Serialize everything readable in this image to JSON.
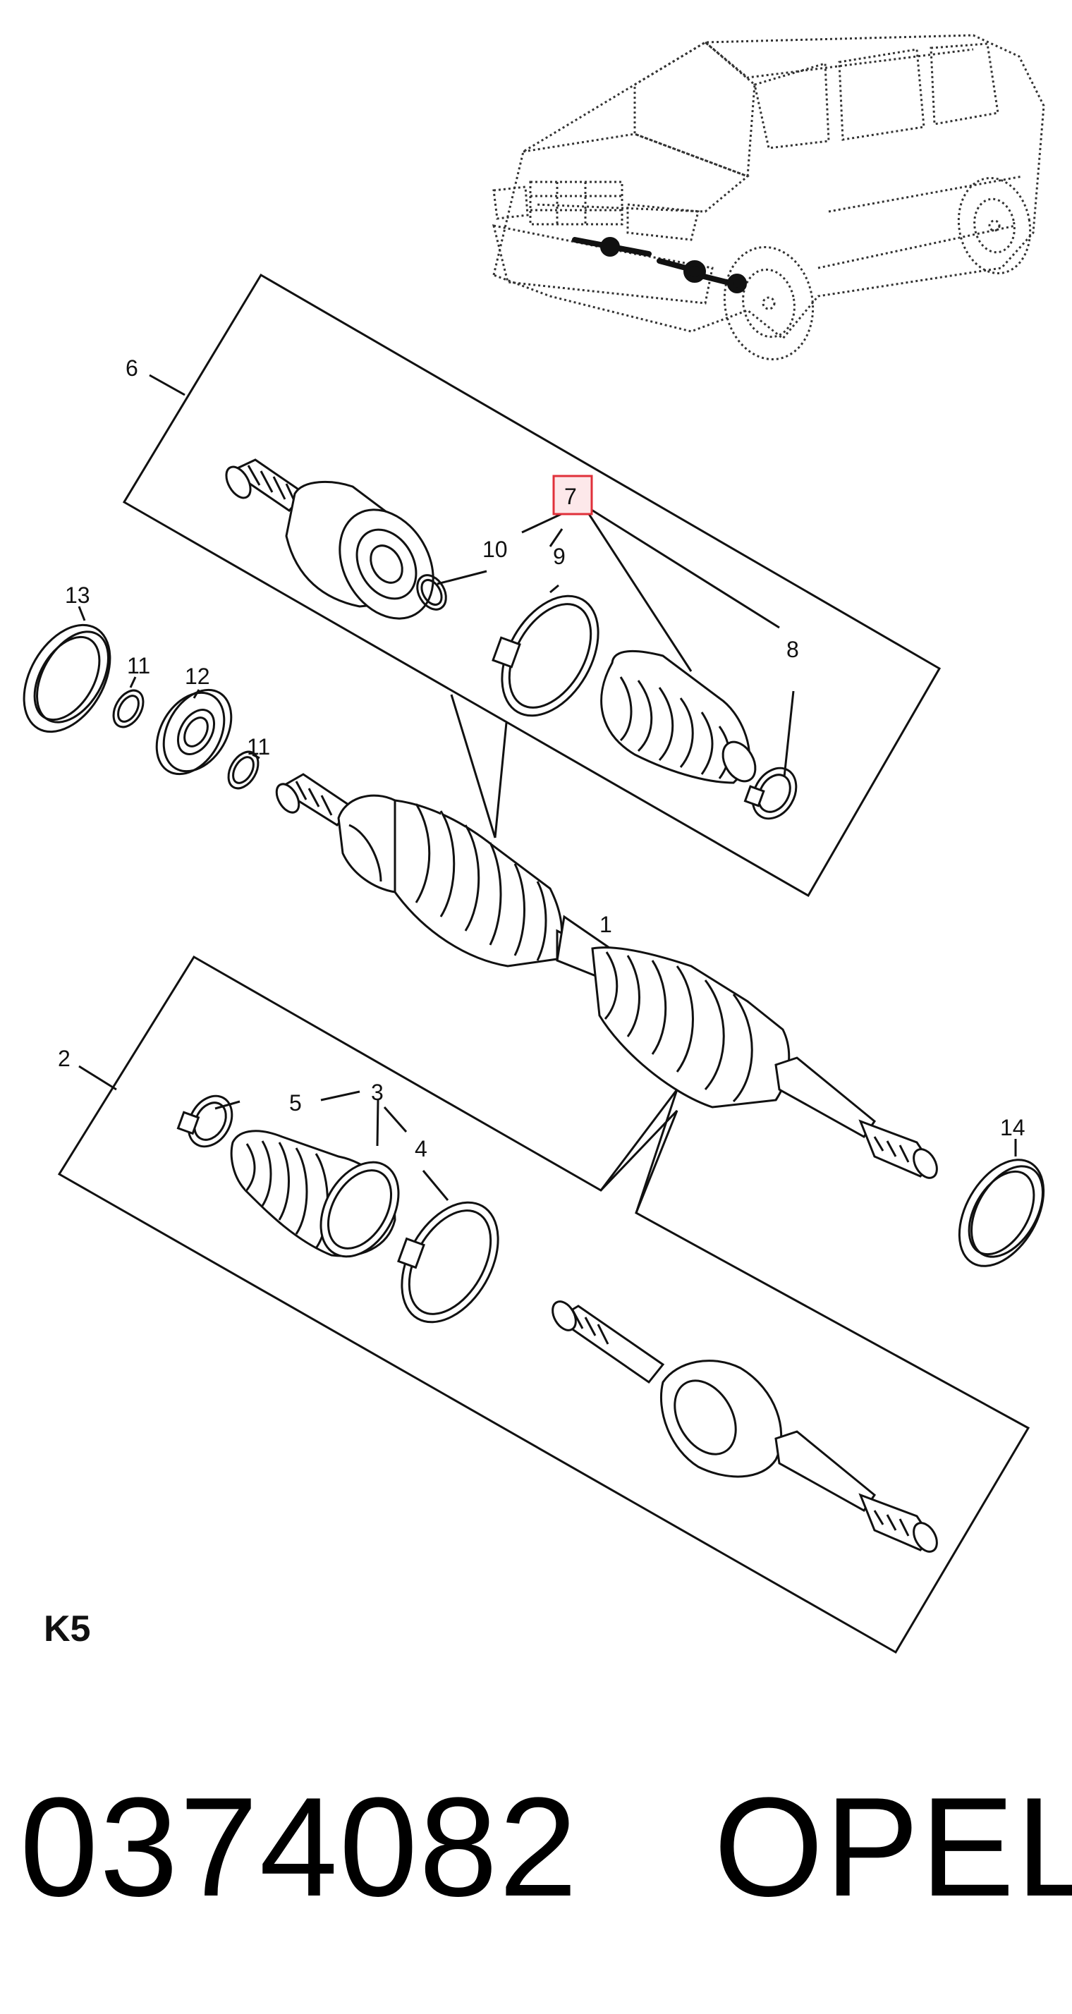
{
  "diagram": {
    "callouts": {
      "c1": "1",
      "c2": "2",
      "c3": "3",
      "c4": "4",
      "c5": "5",
      "c6": "6",
      "c7": "7",
      "c8": "8",
      "c9": "9",
      "c10": "10",
      "c11a": "11",
      "c11b": "11",
      "c12": "12",
      "c13": "13",
      "c14": "14"
    },
    "highlight_color": "#e0303a"
  },
  "section_code": "K5",
  "part_number": "0374082",
  "brand": "OPEL"
}
